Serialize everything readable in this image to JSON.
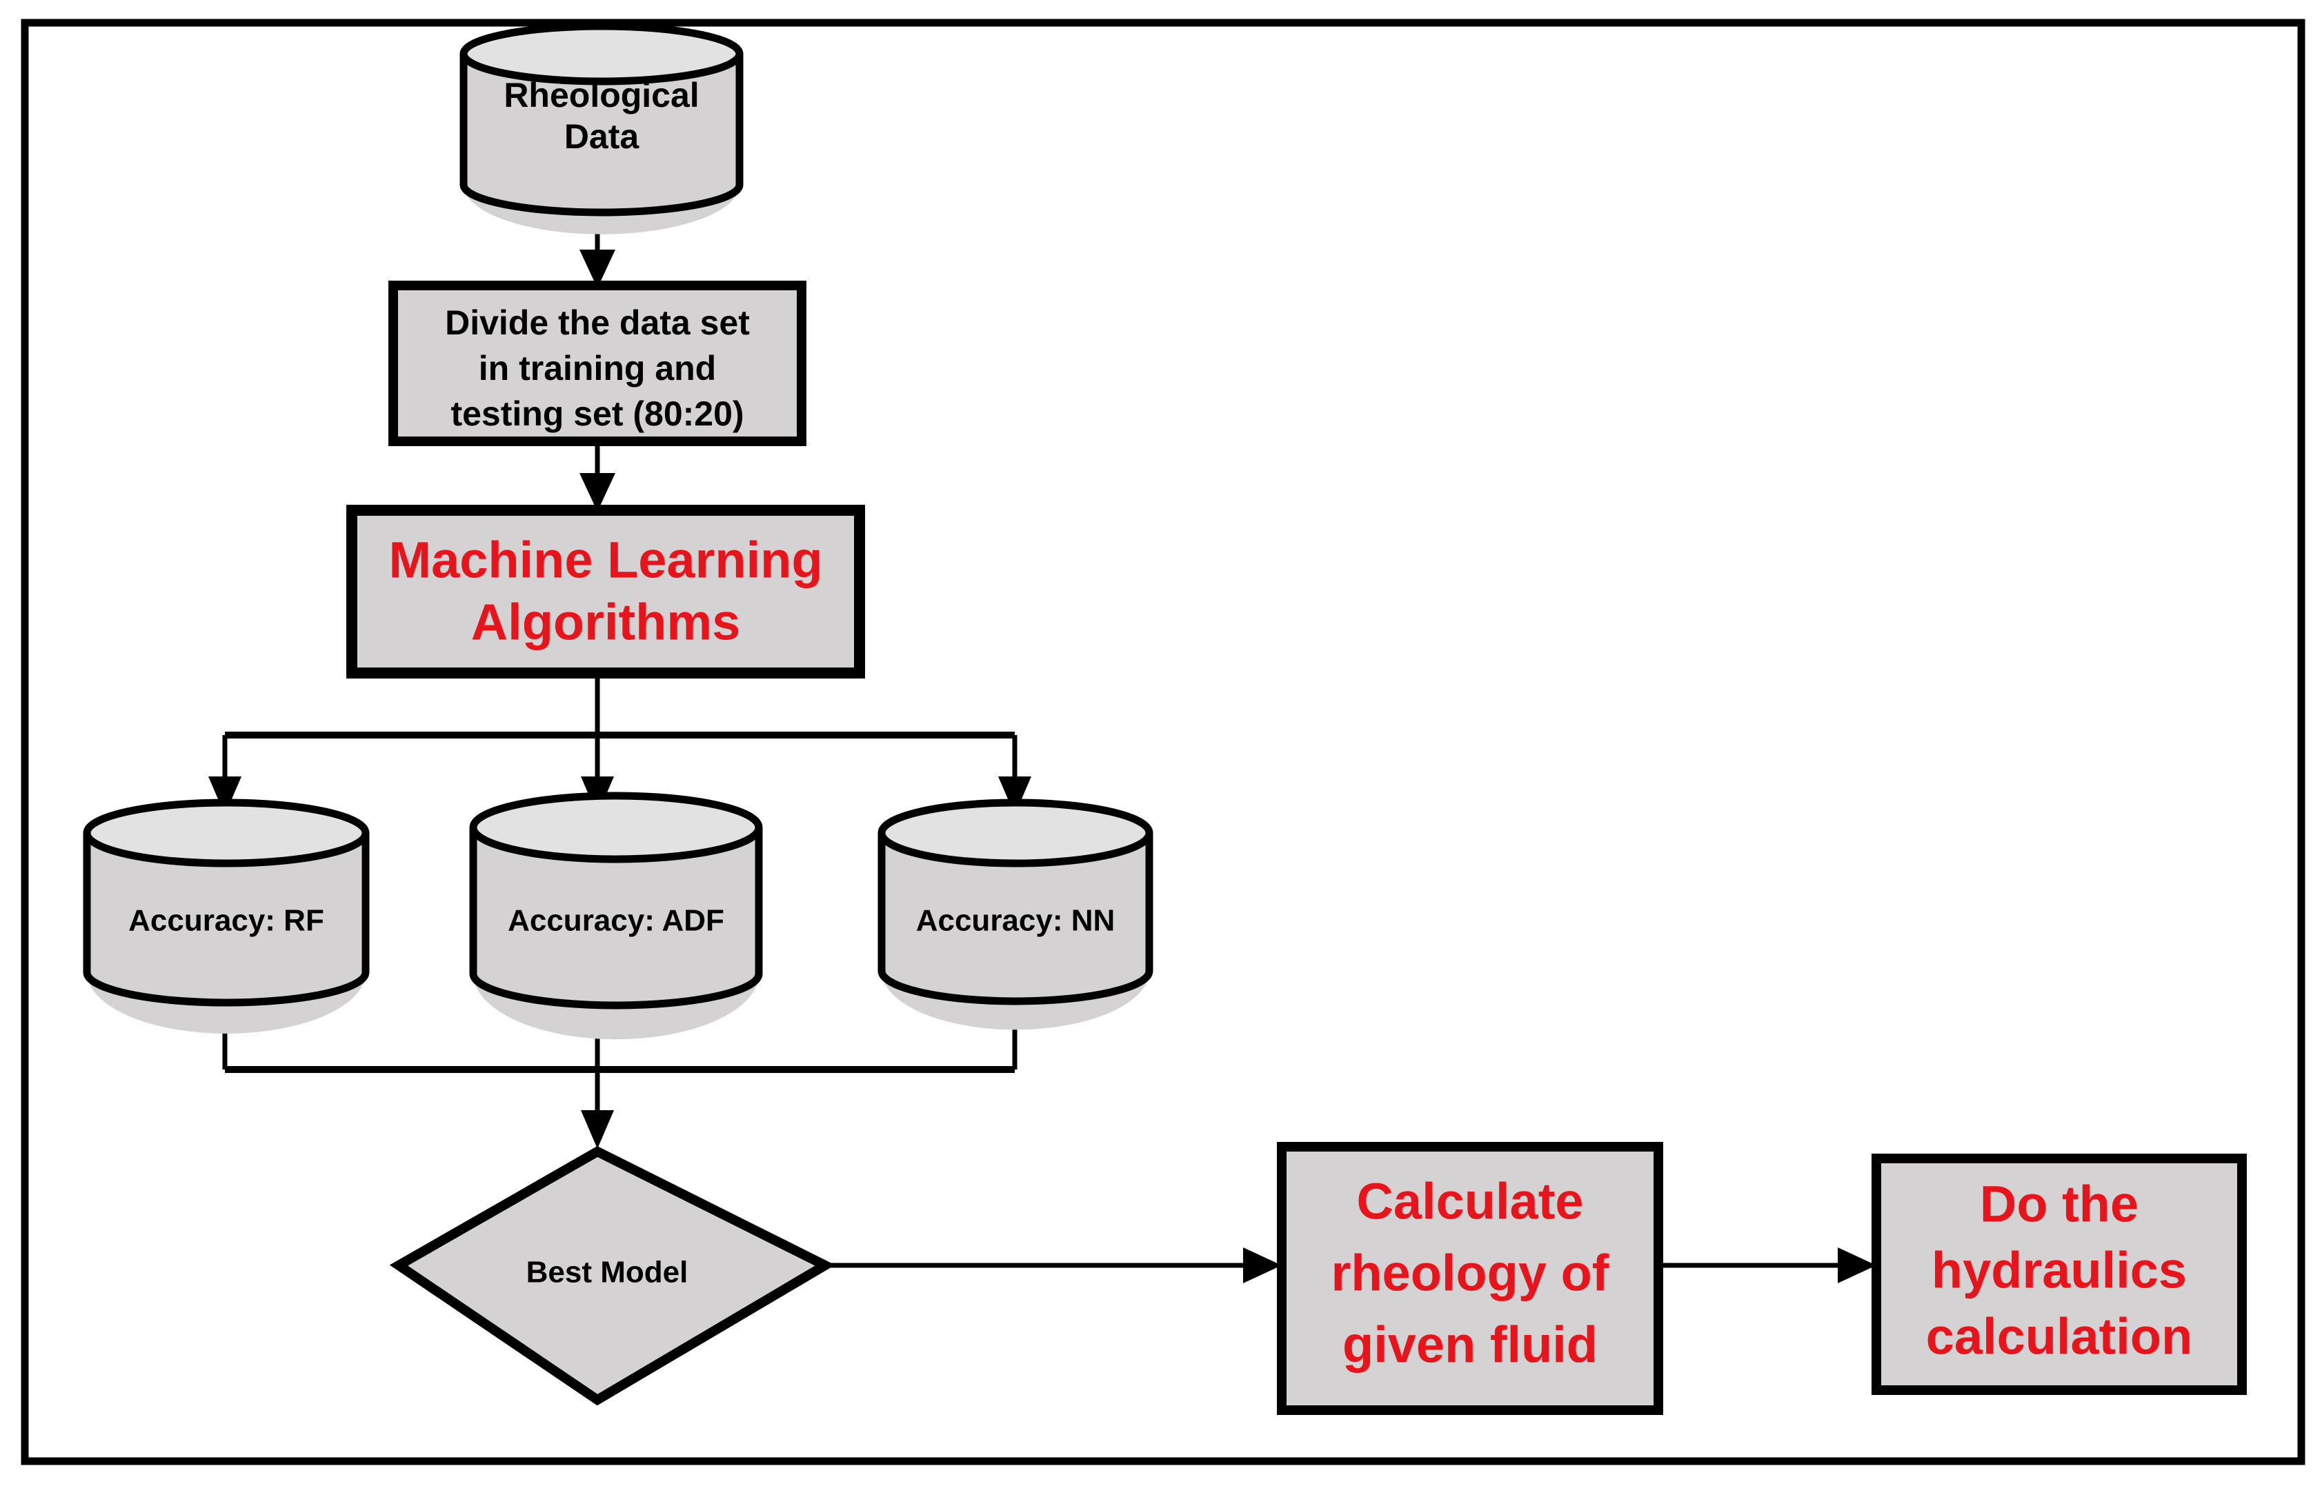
{
  "diagram": {
    "title_text": "",
    "colors": {
      "node_fill": "#d4d2d2",
      "node_top_fill": "#e3e2e2",
      "outline": "#000000",
      "accent_red": "#e8141b",
      "background": "#ffffff"
    },
    "nodes": {
      "rheological_data": {
        "label": "Rheological Data",
        "line1": "Rheological",
        "line2": "Data",
        "shape": "cylinder",
        "text_color": "black"
      },
      "divide_dataset": {
        "label": "Divide the data set in training and testing set (80:20)",
        "line1": "Divide the data set",
        "line2": "in training and",
        "line3": "testing set (80:20)",
        "shape": "rectangle",
        "text_color": "black"
      },
      "ml_algorithms": {
        "label": "Machine Learning Algorithms",
        "line1": "Machine Learning",
        "line2": "Algorithms",
        "shape": "rectangle",
        "text_color": "red"
      },
      "accuracy_rf": {
        "label": "Accuracy:  RF",
        "shape": "cylinder",
        "text_color": "black"
      },
      "accuracy_adf": {
        "label": "Accuracy: ADF",
        "shape": "cylinder",
        "text_color": "black"
      },
      "accuracy_nn": {
        "label": "Accuracy:  NN",
        "shape": "cylinder",
        "text_color": "black"
      },
      "best_model": {
        "label": "Best Model",
        "shape": "diamond",
        "text_color": "black"
      },
      "calculate_rheology": {
        "label": "Calculate rheology of given fluid",
        "line1": "Calculate",
        "line2": "rheology of",
        "line3": "given fluid",
        "shape": "rectangle",
        "text_color": "red"
      },
      "do_hydraulics": {
        "label": "Do the hydraulics calculation",
        "line1": "Do the",
        "line2": "hydraulics",
        "line3": "calculation",
        "shape": "rectangle",
        "text_color": "red"
      }
    },
    "edges": [
      {
        "from": "rheological_data",
        "to": "divide_dataset",
        "style": "arrow-down"
      },
      {
        "from": "divide_dataset",
        "to": "ml_algorithms",
        "style": "arrow-down"
      },
      {
        "from": "ml_algorithms",
        "to": "accuracy_rf",
        "style": "split-arrow-down"
      },
      {
        "from": "ml_algorithms",
        "to": "accuracy_adf",
        "style": "split-arrow-down"
      },
      {
        "from": "ml_algorithms",
        "to": "accuracy_nn",
        "style": "split-arrow-down"
      },
      {
        "from": "accuracy_rf",
        "to": "best_model",
        "style": "merge-arrow-down"
      },
      {
        "from": "accuracy_adf",
        "to": "best_model",
        "style": "merge-arrow-down"
      },
      {
        "from": "accuracy_nn",
        "to": "best_model",
        "style": "merge-arrow-down"
      },
      {
        "from": "best_model",
        "to": "calculate_rheology",
        "style": "arrow-right"
      },
      {
        "from": "calculate_rheology",
        "to": "do_hydraulics",
        "style": "arrow-right"
      }
    ]
  }
}
